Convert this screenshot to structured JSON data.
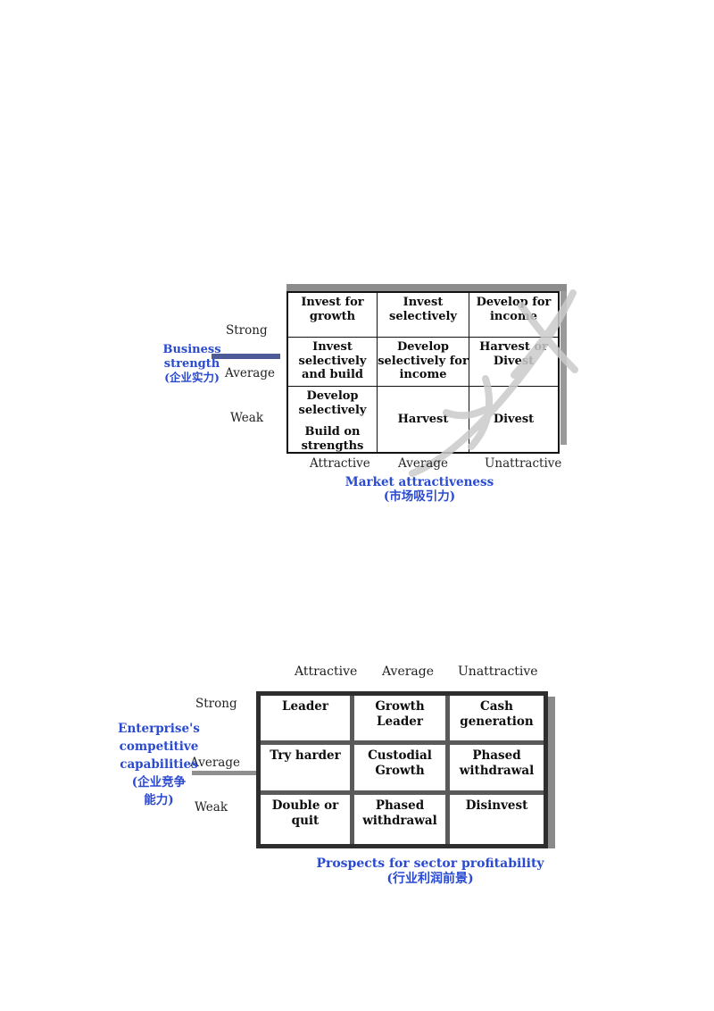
{
  "colors": {
    "page_background": "#ffffff",
    "accent_blue": "#2a4ad0",
    "leader_bar_blue": "#4d5c98",
    "leader_bar_gray": "#8f8f8f",
    "table1_border": "#111111",
    "table2_border": "#2e2e2e",
    "table2_gridline": "#5a5a5a",
    "shadow_gray": "#9a9a9a",
    "watermark_gray": "#cccccc",
    "cell_text": "#0d0d0d"
  },
  "matrix1": {
    "y_axis_label": {
      "line1": "Business",
      "line2": "strength",
      "line3": "(企业实力)"
    },
    "row_labels": [
      "Strong",
      "Average",
      "Weak"
    ],
    "col_labels": [
      "Attractive",
      "Average",
      "Unattractive"
    ],
    "cells": {
      "r1c1": "Invest for\ngrowth",
      "r1c2": "Invest\nselectively",
      "r1c3": "Develop for\nincome",
      "r2c1": "Invest\nselectively\nand build",
      "r2c2": "Develop\nselectively for\nincome",
      "r2c3": "Harvest or\nDivest",
      "r3c1a": "Develop\nselectively",
      "r3c1b": "Build on\nstrengths",
      "r3c2": "Harvest",
      "r3c3": "Divest"
    },
    "x_axis_title": "Market attractiveness",
    "x_axis_subtitle": "(市场吸引力)"
  },
  "matrix2": {
    "y_axis_label": {
      "line1": "Enterprise's",
      "line2": "competitive",
      "line3": "capabilities",
      "line4": "(企业竞争",
      "line5": "能力)"
    },
    "row_labels": [
      "Strong",
      "Average",
      "Weak"
    ],
    "col_labels": [
      "Attractive",
      "Average",
      "Unattractive"
    ],
    "cells": {
      "r1c1": "Leader",
      "r1c2": "Growth\nLeader",
      "r1c3": "Cash\ngeneration",
      "r2c1": "Try harder",
      "r2c2": "Custodial\nGrowth",
      "r2c3": "Phased\nwithdrawal",
      "r3c1": "Double or\nquit",
      "r3c2": "Phased\nwithdrawal",
      "r3c3": "Disinvest"
    },
    "x_axis_title": "Prospects for sector profitability",
    "x_axis_subtitle": "(行业利润前景)"
  }
}
